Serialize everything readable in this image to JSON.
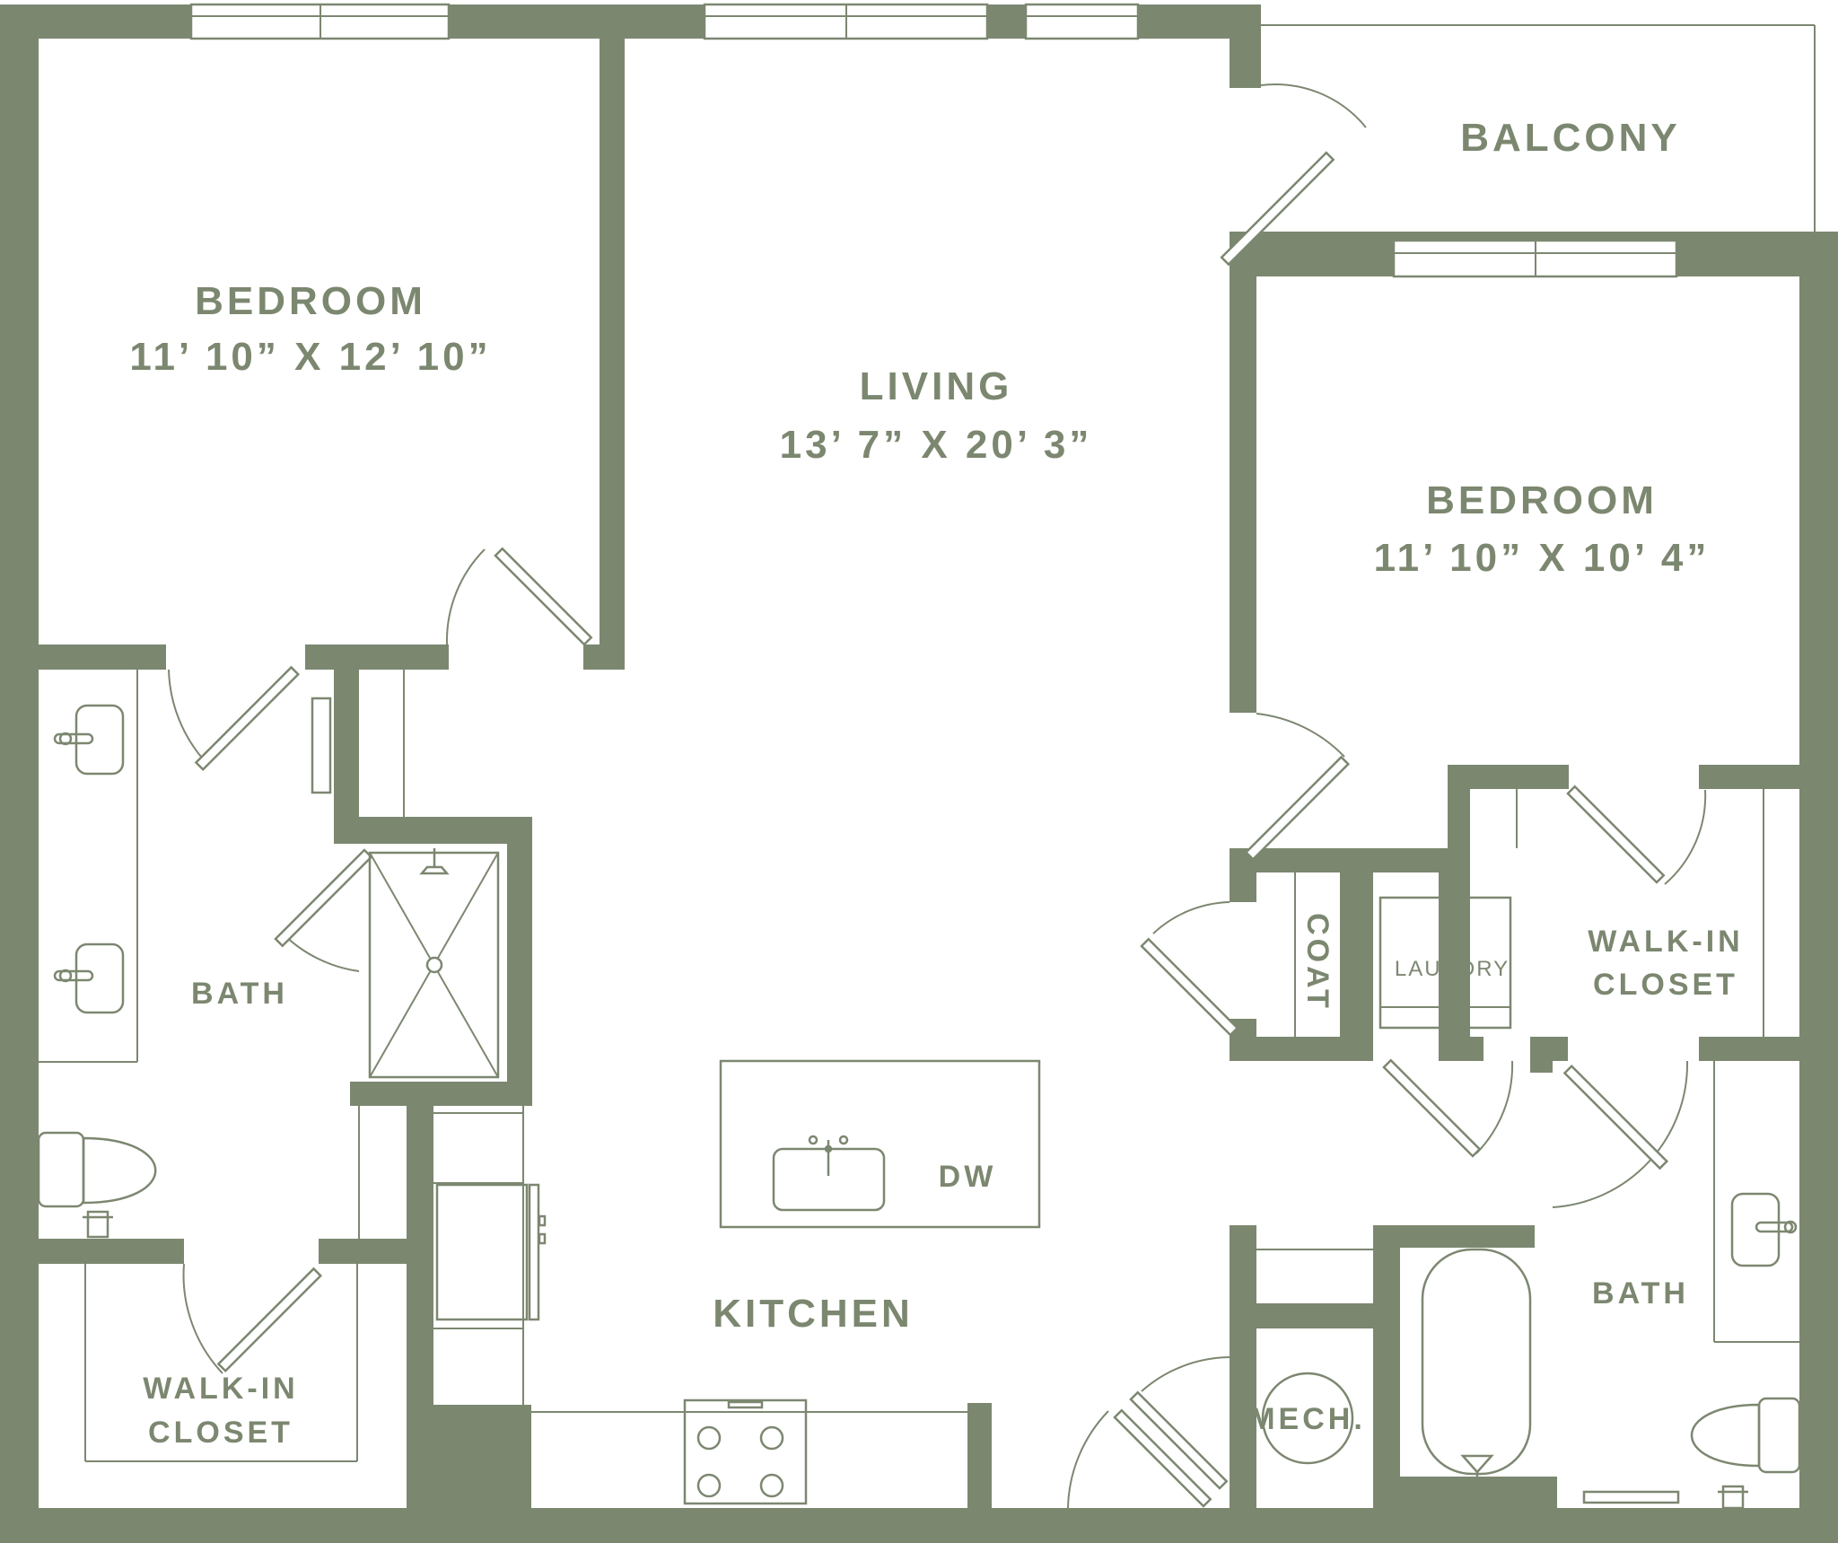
{
  "rooms": {
    "bedroom_left": {
      "name": "BEDROOM",
      "size": "11’ 10” X 12’ 10”"
    },
    "living": {
      "name": "LIVING",
      "size": "13’ 7” X 20’ 3”"
    },
    "balcony": {
      "name": "BALCONY"
    },
    "bedroom_right": {
      "name": "BEDROOM",
      "size": "11’ 10” X 10’ 4”"
    },
    "bath_left": {
      "name": "BATH"
    },
    "closet_left": {
      "line1": "WALK-IN",
      "line2": "CLOSET"
    },
    "kitchen": {
      "name": "KITCHEN"
    },
    "coat": {
      "name": "COAT"
    },
    "laundry": {
      "name": "LAUNDRY"
    },
    "closet_right": {
      "line1": "WALK-IN",
      "line2": "CLOSET"
    },
    "bath_right": {
      "name": "BATH"
    },
    "mech": {
      "name": "MECH."
    }
  },
  "fixtures": {
    "dishwasher": "DW"
  },
  "colors": {
    "wall": "#7c8770",
    "background": "#ffffff"
  }
}
